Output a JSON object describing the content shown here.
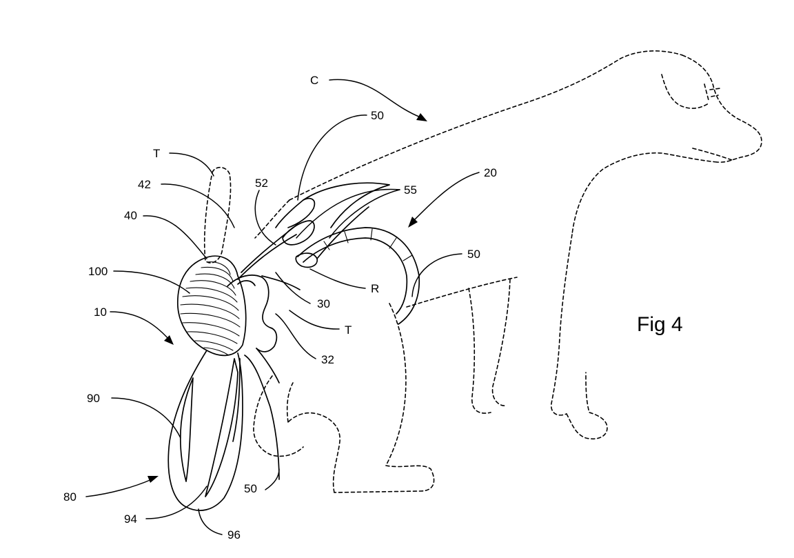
{
  "figure_label": "Fig 4",
  "labels": {
    "C": "C",
    "n50_top": "50",
    "T_top": "T",
    "n42": "42",
    "n52": "52",
    "n55": "55",
    "n20": "20",
    "n40": "40",
    "n100": "100",
    "n50_right": "50",
    "R": "R",
    "n30": "30",
    "n10": "10",
    "T_mid": "T",
    "n32": "32",
    "n90": "90",
    "n80": "80",
    "n50_bottom": "50",
    "n94": "94",
    "n96": "96"
  }
}
